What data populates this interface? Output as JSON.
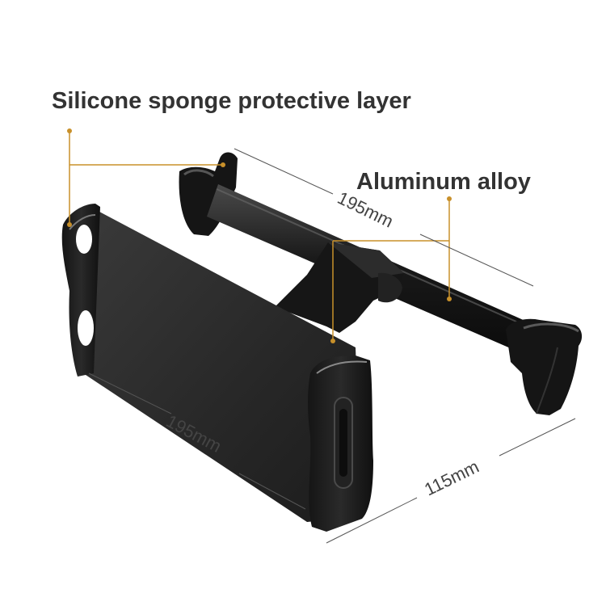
{
  "labels": {
    "silicone": "Silicone sponge protective layer",
    "aluminum": "Aluminum alloy"
  },
  "dimensions": {
    "top_width": "195mm",
    "bottom_width": "195mm",
    "depth": "115mm"
  },
  "colors": {
    "callout_line": "#c8902a",
    "dimension_line": "#555555",
    "product_dark": "#1c1c1c",
    "product_mid": "#2f2f2f",
    "background": "#ffffff"
  }
}
